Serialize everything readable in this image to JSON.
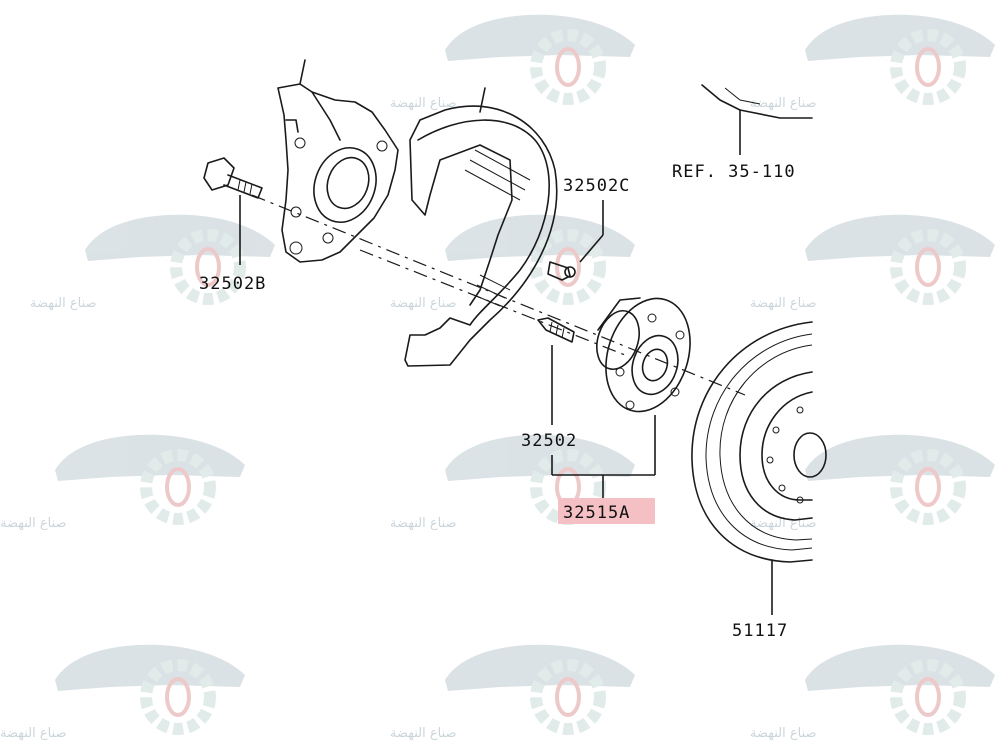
{
  "diagram": {
    "callouts": {
      "knuckle_bolt": "32502B",
      "shield_screw": "32502C",
      "hub_bolt": "32502",
      "hub_assembly": "32515A",
      "brake_disc": "51117",
      "reference": "REF. 35-110"
    },
    "highlight_color": "#f4c0c4",
    "watermark": {
      "text": "صناع النهضة",
      "car_color": "#cfd9de",
      "gear_color": "#d8e6e3",
      "tire_color": "#e8b8b8"
    }
  }
}
